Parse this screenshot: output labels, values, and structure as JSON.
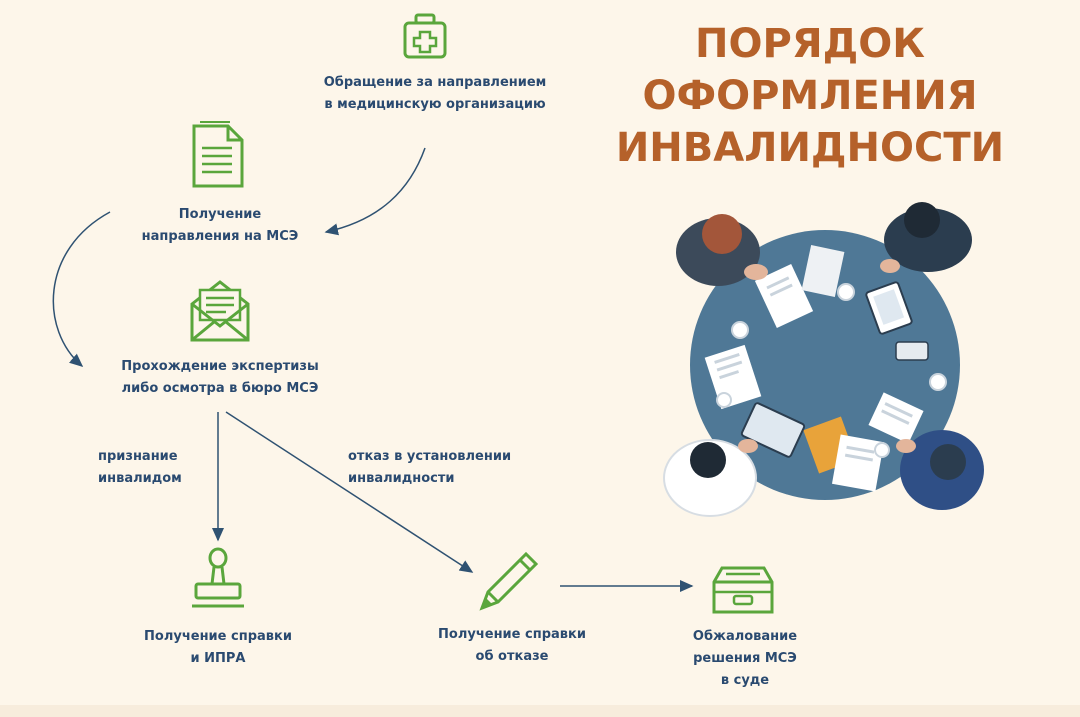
{
  "title": {
    "line1": "ПОРЯДОК",
    "line2": "ОФОРМЛЕНИЯ",
    "line3": "ИНВАЛИДНОСТИ"
  },
  "steps": {
    "referral_request": {
      "line1": "Обращение за направлением",
      "line2": "в медицинскую организацию",
      "icon": "medical-kit-icon"
    },
    "referral_received": {
      "line1": "Получение",
      "line2": "направления на МСЭ",
      "icon": "document-icon"
    },
    "examination": {
      "line1": "Прохождение экспертизы",
      "line2": "либо осмотра в бюро МСЭ",
      "icon": "envelope-icon"
    },
    "certificate_ipra": {
      "line1": "Получение справки",
      "line2": "и ИПРА",
      "icon": "stamp-icon"
    },
    "certificate_refusal": {
      "line1": "Получение справки",
      "line2": "об отказе",
      "icon": "pen-icon"
    },
    "appeal": {
      "line1": "Обжалование",
      "line2": "решения МСЭ",
      "line3": "в суде",
      "icon": "archive-box-icon"
    }
  },
  "branches": {
    "recognized": {
      "line1": "признание",
      "line2": "инвалидом"
    },
    "refused": {
      "line1": "отказ в установлении",
      "line2": "инвалидности"
    }
  },
  "illustration": {
    "name": "meeting-table-illustration",
    "table_color": "#4f7896",
    "accent_color": "#e8a33a"
  },
  "colors": {
    "background": "#fdf6ea",
    "title": "#b5612a",
    "text": "#2a4a70",
    "icon": "#5aa63c",
    "arrow": "#2f5272"
  }
}
